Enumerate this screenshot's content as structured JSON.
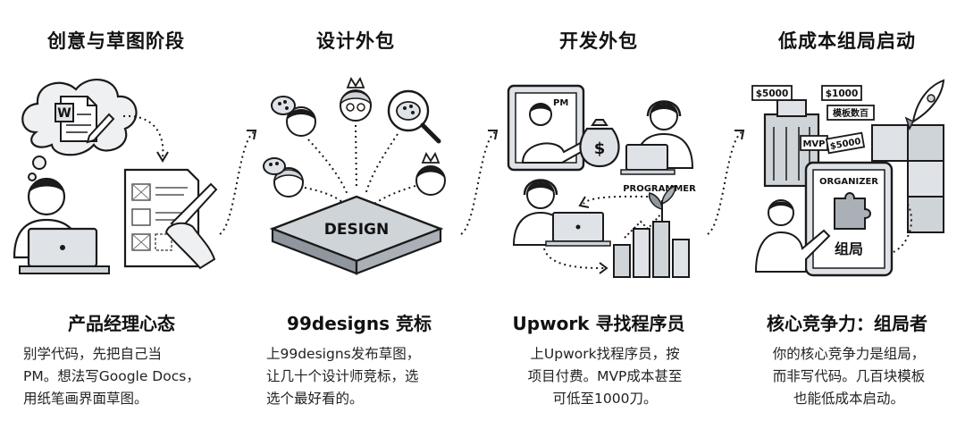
{
  "columns": [
    {
      "title": "创意与草图阶段",
      "subtitle": "产品经理心态",
      "desc": [
        "别学代码，先把自己当",
        "PM。想法写Google Docs，",
        "用纸笔画界面草图。"
      ],
      "doc_letter": "W"
    },
    {
      "title": "设计外包",
      "subtitle": "99designs 竞标",
      "desc": [
        "上99designs发布草图，",
        "让几十个设计师竞标，选",
        "选个最好看的。"
      ],
      "box_label": "DESIGN"
    },
    {
      "title": "开发外包",
      "subtitle": "Upwork 寻找程序员",
      "desc": [
        "上Upwork找程序员，按",
        "项目付费。MVP成本甚至",
        "可低至1000刀。"
      ],
      "pm_label": "PM",
      "programmer_label": "PROGRAMMER",
      "money_symbol": "$"
    },
    {
      "title": "低成本组局启动",
      "subtitle": "核心竞争力：组局者",
      "desc": [
        "你的核心竞争力是组局，",
        "而非写代码。几百块模板",
        "也能低成本启动。"
      ],
      "price_tags": [
        "$5000",
        "$1000",
        "模板数百",
        "MVP",
        "$5000"
      ],
      "organizer_label": "ORGANIZER",
      "tablet_label": "组局"
    }
  ]
}
